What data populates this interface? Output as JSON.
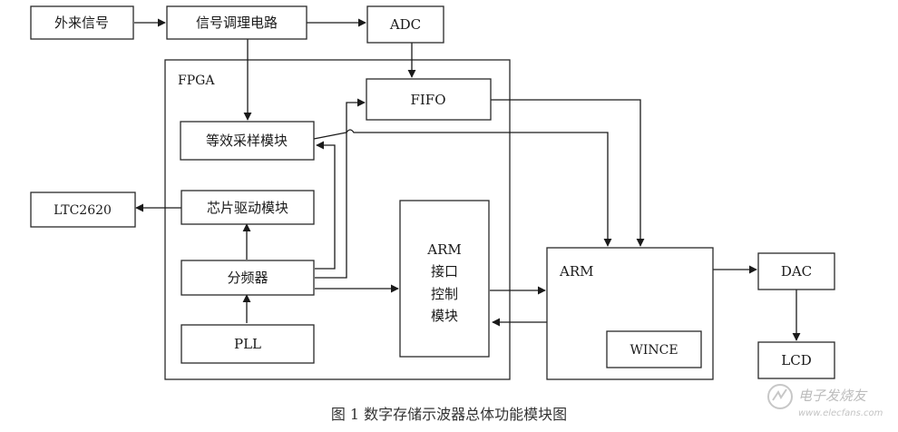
{
  "blocks": {
    "external_signal": "外来信号",
    "signal_conditioning": "信号调理电路",
    "adc": "ADC",
    "fpga": "FPGA",
    "fifo": "FIFO",
    "equivalent_sampling": "等效采样模块",
    "chip_driver": "芯片驱动模块",
    "ltc2620": "LTC2620",
    "divider": "分频器",
    "pll": "PLL",
    "arm_interface": [
      "ARM",
      "接口",
      "控制",
      "模块"
    ],
    "arm": "ARM",
    "wince": "WINCE",
    "dac": "DAC",
    "lcd": "LCD"
  },
  "caption": "图 1 数字存储示波器总体功能模块图",
  "watermark": {
    "text": "电子发烧友",
    "url": "www.elecfans.com",
    "color": "#b5b5b5"
  }
}
